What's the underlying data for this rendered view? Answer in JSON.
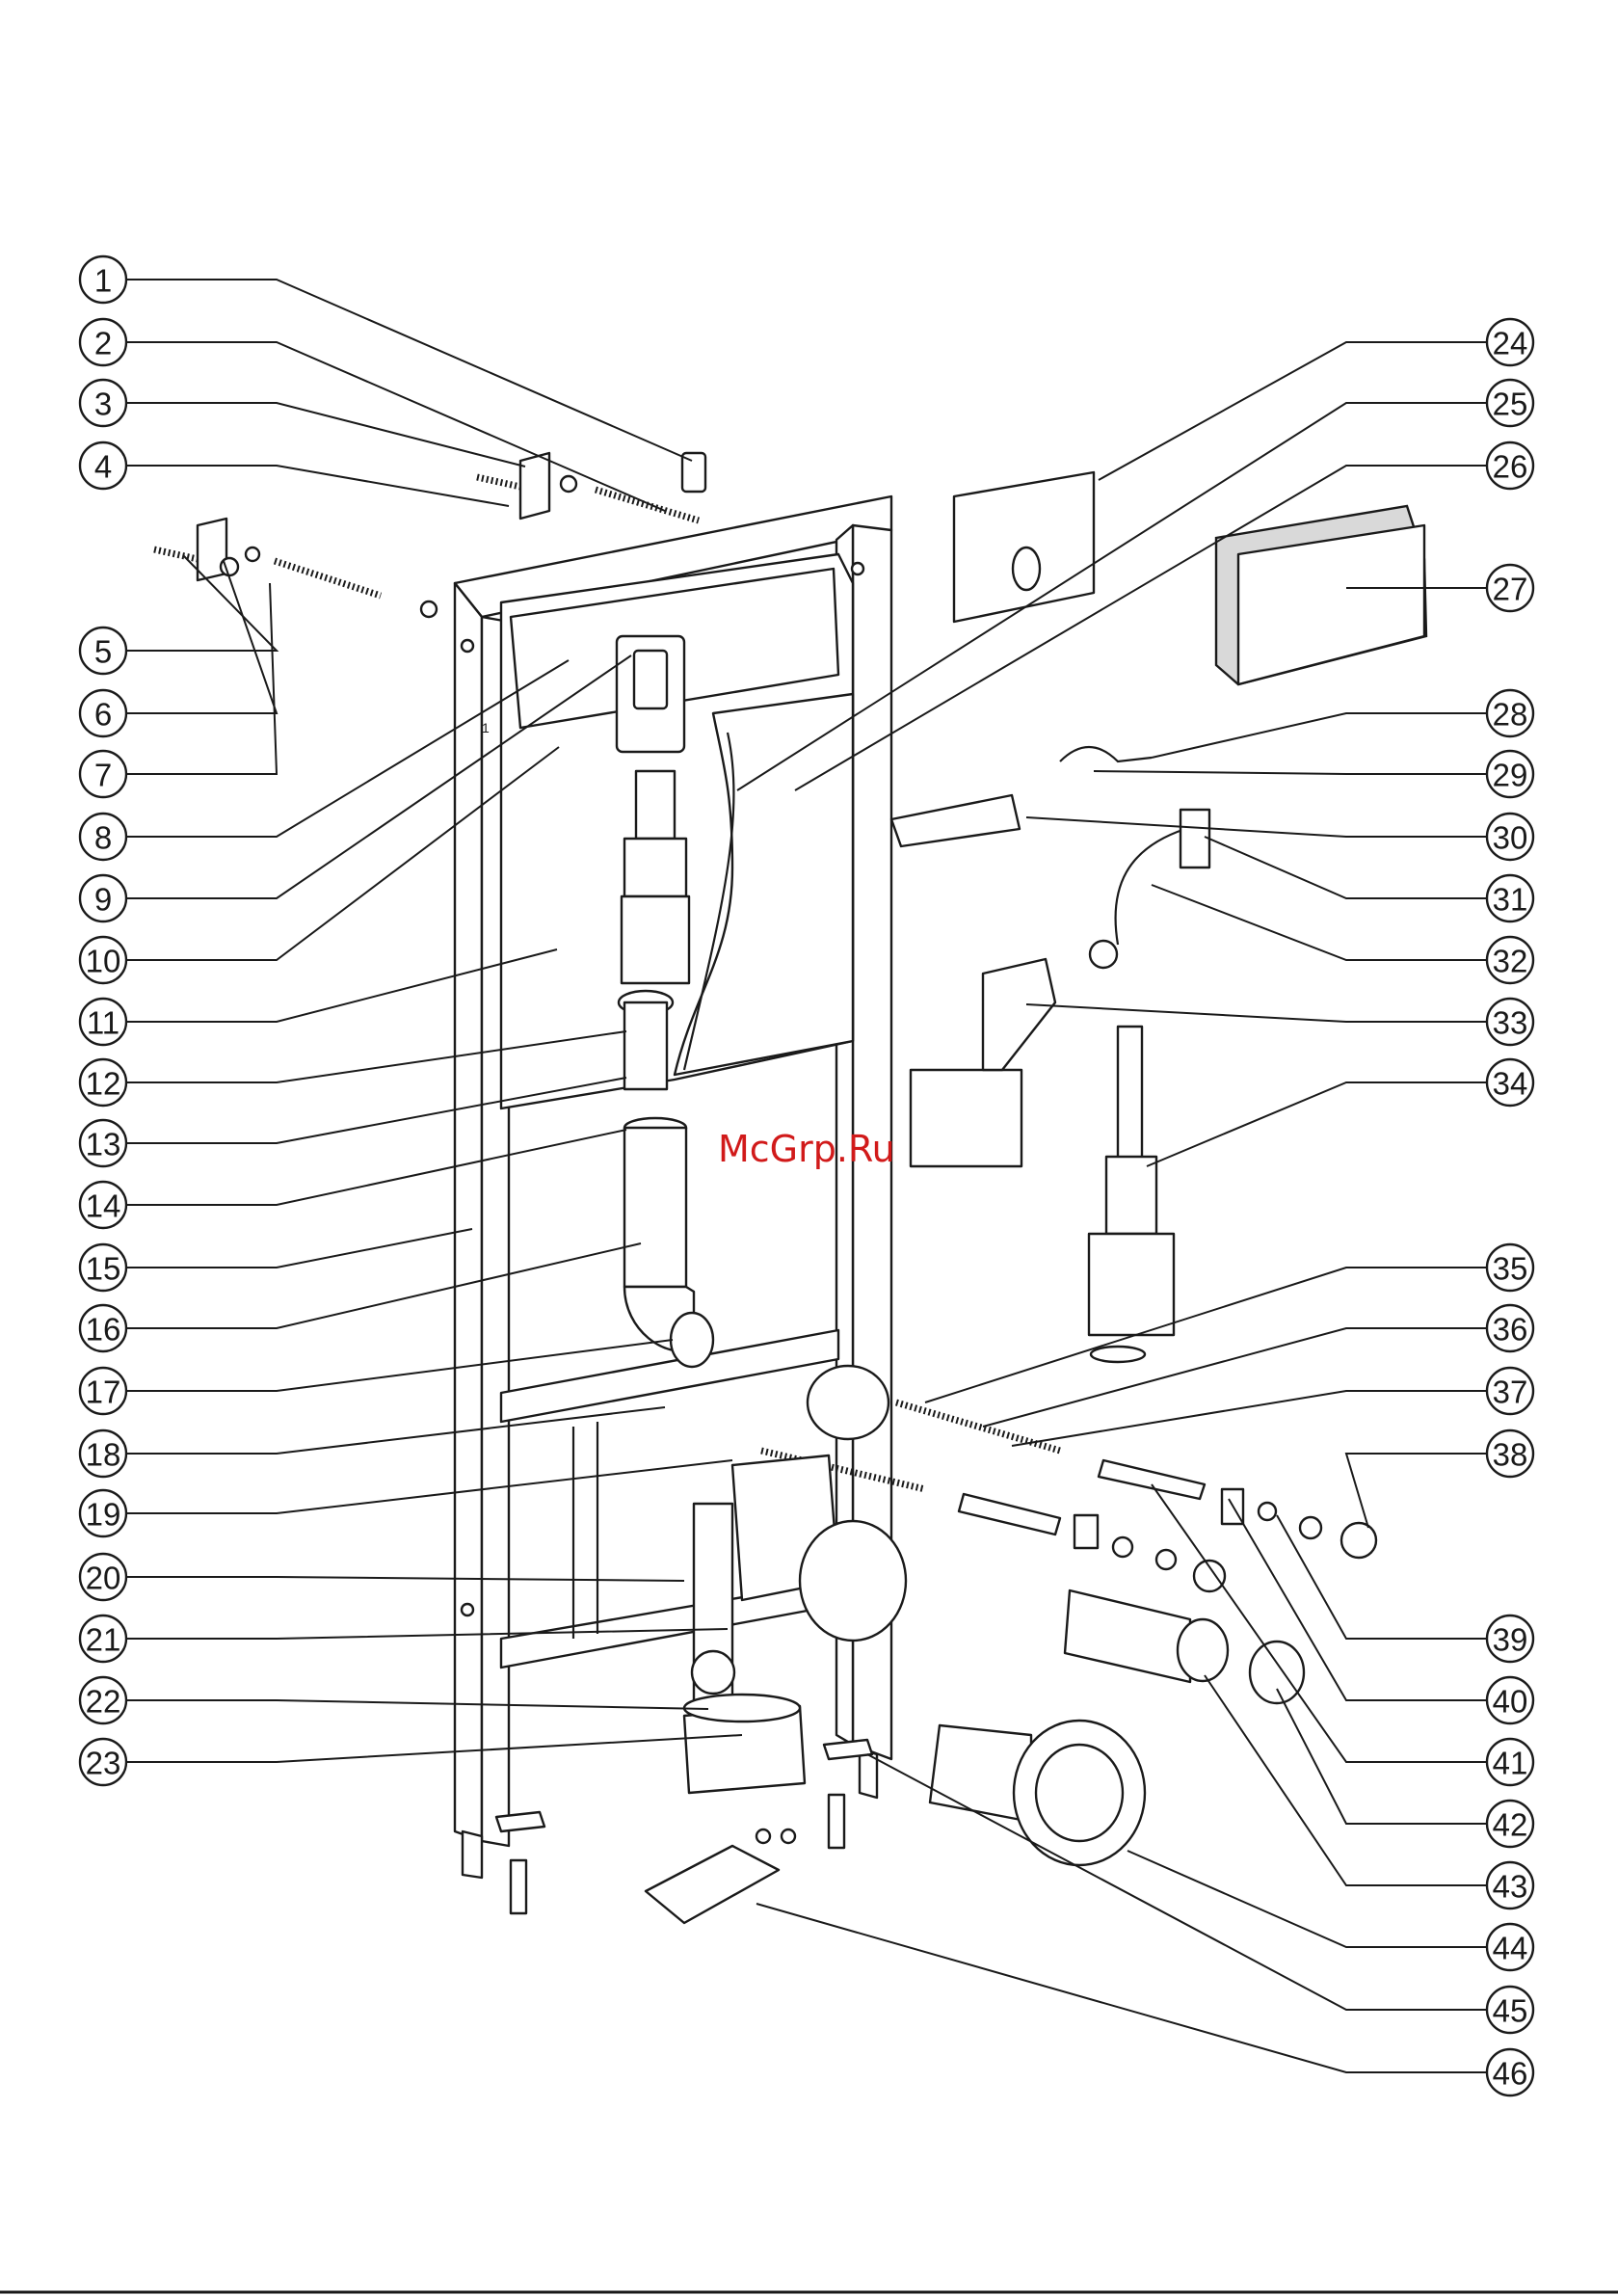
{
  "watermark": "McGrp.Ru",
  "stamp_text": "1",
  "callouts_left": [
    {
      "label": "1",
      "target": [
        718,
        478
      ]
    },
    {
      "label": "2",
      "target": [
        690,
        530
      ]
    },
    {
      "label": "3",
      "target": [
        545,
        484
      ]
    },
    {
      "label": "4",
      "target": [
        528,
        525
      ]
    },
    {
      "label": "5",
      "target": [
        190,
        576
      ]
    },
    {
      "label": "6",
      "target": [
        232,
        582
      ]
    },
    {
      "label": "7",
      "target": [
        280,
        605
      ]
    },
    {
      "label": "8",
      "target": [
        590,
        685
      ]
    },
    {
      "label": "9",
      "target": [
        655,
        680
      ]
    },
    {
      "label": "10",
      "target": [
        580,
        775
      ]
    },
    {
      "label": "11",
      "target": [
        578,
        985
      ]
    },
    {
      "label": "12",
      "target": [
        650,
        1070
      ]
    },
    {
      "label": "13",
      "target": [
        650,
        1118
      ]
    },
    {
      "label": "14",
      "target": [
        650,
        1172
      ]
    },
    {
      "label": "15",
      "target": [
        490,
        1275
      ]
    },
    {
      "label": "16",
      "target": [
        665,
        1290
      ]
    },
    {
      "label": "17",
      "target": [
        698,
        1390
      ]
    },
    {
      "label": "18",
      "target": [
        690,
        1460
      ]
    },
    {
      "label": "19",
      "target": [
        760,
        1515
      ]
    },
    {
      "label": "20",
      "target": [
        710,
        1640
      ]
    },
    {
      "label": "21",
      "target": [
        755,
        1690
      ]
    },
    {
      "label": "22",
      "target": [
        735,
        1773
      ]
    },
    {
      "label": "23",
      "target": [
        770,
        1800
      ]
    }
  ],
  "callouts_right": [
    {
      "label": "24",
      "target": [
        1140,
        498
      ]
    },
    {
      "label": "25",
      "target": [
        765,
        820
      ]
    },
    {
      "label": "26",
      "target": [
        825,
        820
      ]
    },
    {
      "label": "27",
      "target": [
        1478,
        610
      ]
    },
    {
      "label": "28",
      "target": [
        1195,
        786
      ]
    },
    {
      "label": "29",
      "target": [
        1135,
        800
      ]
    },
    {
      "label": "30",
      "target": [
        1065,
        848
      ]
    },
    {
      "label": "31",
      "target": [
        1250,
        868
      ]
    },
    {
      "label": "32",
      "target": [
        1195,
        918
      ]
    },
    {
      "label": "33",
      "target": [
        1065,
        1042
      ]
    },
    {
      "label": "34",
      "target": [
        1190,
        1210
      ]
    },
    {
      "label": "35",
      "target": [
        960,
        1455
      ]
    },
    {
      "label": "36",
      "target": [
        1020,
        1480
      ]
    },
    {
      "label": "37",
      "target": [
        1050,
        1500
      ]
    },
    {
      "label": "38",
      "target": [
        1420,
        1585
      ]
    },
    {
      "label": "39",
      "target": [
        1325,
        1572
      ]
    },
    {
      "label": "40",
      "target": [
        1275,
        1555
      ]
    },
    {
      "label": "41",
      "target": [
        1195,
        1540
      ]
    },
    {
      "label": "42",
      "target": [
        1325,
        1752
      ]
    },
    {
      "label": "43",
      "target": [
        1250,
        1738
      ]
    },
    {
      "label": "44",
      "target": [
        1170,
        1920
      ]
    },
    {
      "label": "45",
      "target": [
        900,
        1820
      ]
    },
    {
      "label": "46",
      "target": [
        785,
        1975
      ]
    }
  ]
}
